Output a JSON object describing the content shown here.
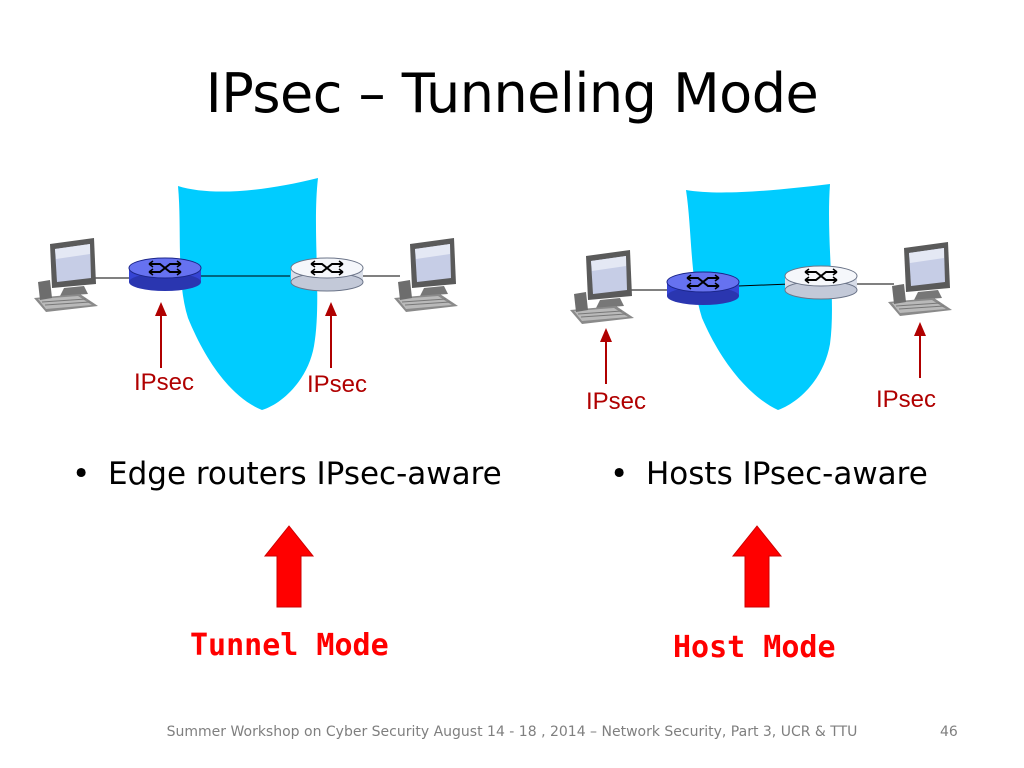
{
  "title": "IPsec – Tunneling Mode",
  "left": {
    "ipsec_label_1": "IPsec",
    "ipsec_label_2": "IPsec",
    "bullet": "Edge routers IPsec-aware",
    "mode": "Tunnel Mode"
  },
  "right": {
    "ipsec_label_1": "IPsec",
    "ipsec_label_2": "IPsec",
    "bullet": "Hosts IPsec-aware",
    "mode": "Host Mode"
  },
  "bullet_glyph": "•",
  "footer": {
    "text": "Summer Workshop on Cyber Security August 14 - 18 , 2014 – Network Security, Part 3, UCR & TTU",
    "page": "46"
  },
  "colors": {
    "cloud": "#00ccff",
    "router_ipsec": "#3f4ee6",
    "router_plain": "#e9ecf3",
    "arrow_dark_red": "#b00000",
    "big_arrow_red": "#ff0000"
  }
}
